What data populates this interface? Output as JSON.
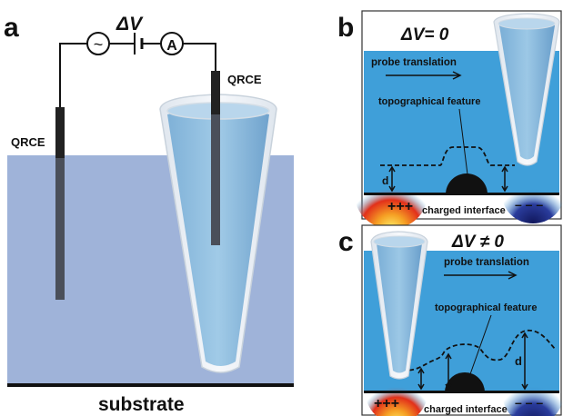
{
  "panels": {
    "a": {
      "letter": "a",
      "voltage_label": "ΔV",
      "ac_symbol": "~",
      "ammeter_symbol": "A",
      "left_electrode_label": "QRCE",
      "right_electrode_label": "QRCE",
      "substrate_label": "substrate"
    },
    "b": {
      "letter": "b",
      "condition": "ΔV= 0",
      "translation_label": "probe translation",
      "feature_label": "topographical feature",
      "distance_label": "d",
      "positive_charges": "+++",
      "negative_charges": "– – –",
      "interface_label": "charged interface"
    },
    "c": {
      "letter": "c",
      "condition": "ΔV ≠ 0",
      "translation_label": "probe translation",
      "feature_label": "topographical feature",
      "distance_label": "d",
      "positive_charges": "+++",
      "negative_charges": "– – –",
      "interface_label": "charged interface"
    }
  },
  "colors": {
    "solution_a": "#9fb3d9",
    "solution_bc": "#3f9fd9",
    "pipette_fill": "#7fb6dc",
    "electrode": "#222222",
    "substrate": "#111111",
    "positive_hotspot": "#f04a1e",
    "negative_hotspot": "#1e2a80"
  }
}
